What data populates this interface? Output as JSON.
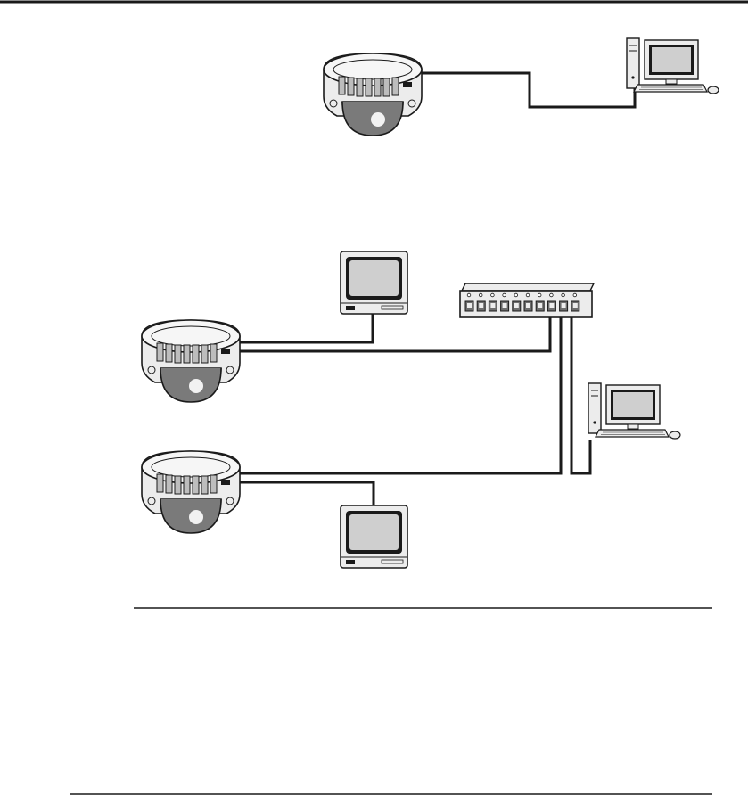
{
  "colors": {
    "ink": "#1a1a1a",
    "paper": "#ffffff",
    "light": "#ececec",
    "mid": "#bdbdbd",
    "dark": "#6e6e6e",
    "screen": "#cfcfcf",
    "dome": "#8a8a8a"
  },
  "diagram_top": {
    "devices": [
      "dome-camera",
      "pc"
    ],
    "links": [
      [
        "dome-camera",
        "pc"
      ]
    ]
  },
  "diagram_bottom": {
    "devices": [
      "dome-camera-1",
      "dome-camera-2",
      "monitor-1",
      "monitor-2",
      "network-hub",
      "pc"
    ],
    "links": [
      [
        "dome-camera-1",
        "monitor-1"
      ],
      [
        "dome-camera-1",
        "network-hub"
      ],
      [
        "dome-camera-2",
        "monitor-2"
      ],
      [
        "dome-camera-2",
        "network-hub"
      ],
      [
        "network-hub",
        "pc"
      ]
    ],
    "hub_ports": 10
  }
}
